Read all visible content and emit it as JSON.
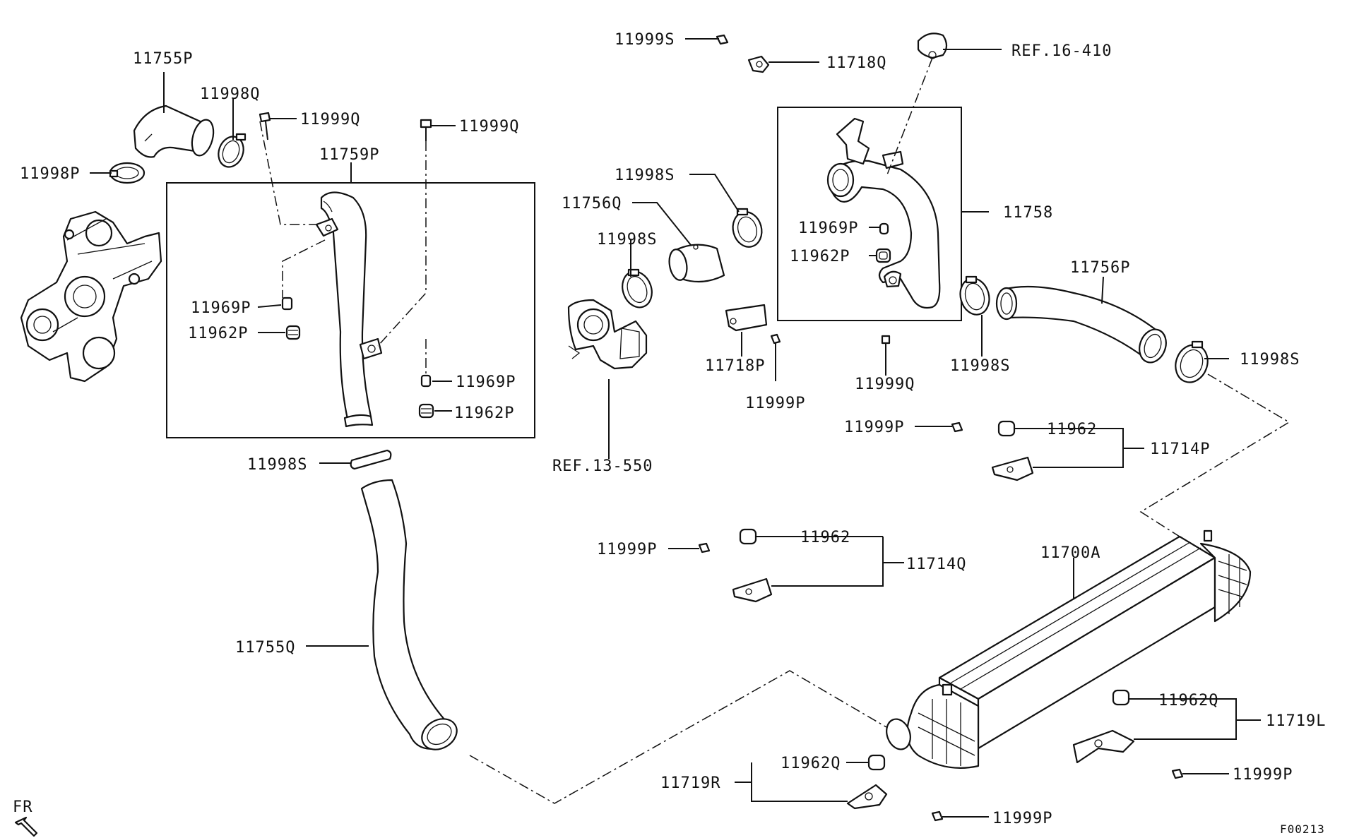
{
  "labels": {
    "p11755P": "11755P",
    "p11998Q": "11998Q",
    "p11999Q_a": "11999Q",
    "p11999Q_b": "11999Q",
    "p11998P": "11998P",
    "p11759P": "11759P",
    "p11969P_a": "11969P",
    "p11962P_a": "11962P",
    "p11969P_b": "11969P",
    "p11962P_b": "11962P",
    "p11998S_a": "11998S",
    "p11755Q": "11755Q",
    "p11999S": "11999S",
    "p11718Q": "11718Q",
    "ref16410": "REF.16-410",
    "p11998S_b": "11998S",
    "p11756Q": "11756Q",
    "p11998S_c": "11998S",
    "ref13550": "REF.13-550",
    "p11718P": "11718P",
    "p11999P_a": "11999P",
    "p11969P_c": "11969P",
    "p11962P_c": "11962P",
    "p11758": "11758",
    "p11999Q_c": "11999Q",
    "p11998S_d": "11998S",
    "p11756P": "11756P",
    "p11998S_e": "11998S",
    "p11999P_b": "11999P",
    "p11962_a": "11962",
    "p11714P": "11714P",
    "p11999P_c": "11999P",
    "p11962_b": "11962",
    "p11714Q": "11714Q",
    "p11700A": "11700A",
    "p11962Q_a": "11962Q",
    "p11719L": "11719L",
    "p11999P_d": "11999P",
    "p11719R": "11719R",
    "p11962Q_b": "11962Q",
    "p11999P_e": "11999P",
    "fr": "FR",
    "figure_id": "F00213"
  }
}
